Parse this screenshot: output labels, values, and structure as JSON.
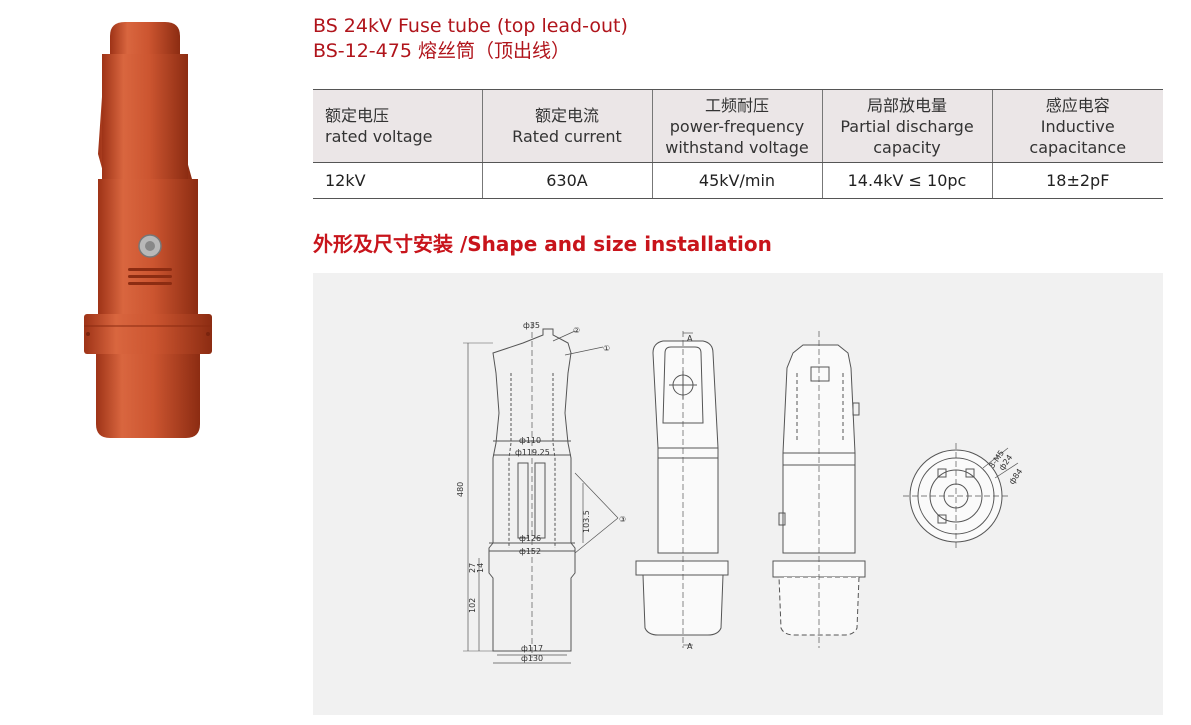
{
  "title": {
    "line1": "BS 24kV Fuse tube (top lead-out)",
    "line2": "BS-12-475 熔丝筒（顶出线）"
  },
  "spec_table": {
    "headers": [
      {
        "cn": "",
        "en1": "额定电压",
        "en2": "rated voltage"
      },
      {
        "cn": "",
        "en1": "额定电流",
        "en2": "Rated current"
      },
      {
        "cn": "工频耐压",
        "en1": "power-frequency",
        "en2": "withstand voltage"
      },
      {
        "cn": "局部放电量",
        "en1": "Partial discharge",
        "en2": "capacity"
      },
      {
        "cn": "感应电容",
        "en1": "Inductive",
        "en2": "capacitance"
      }
    ],
    "rows": [
      [
        "12kV",
        "630A",
        "45kV/min",
        "14.4kV ≤ 10pc",
        "18±2pF"
      ]
    ]
  },
  "section_title": "外形及尺寸安装 /Shape and size installation",
  "drawing": {
    "labels": {
      "d35": "ф35",
      "n2": "②",
      "n1": "①",
      "d110": "ф110",
      "d11925": "ф119.25",
      "h480": "480",
      "h1035": "103.5",
      "n3": "③",
      "d126": "ф126",
      "d152": "ф152",
      "h27": "27",
      "h14": "14",
      "h102": "102",
      "d117": "ф117",
      "d130": "ф130",
      "secA_top": "A",
      "secA_bot": "A",
      "m5": "3-M5",
      "d24": "ф24",
      "d84": "ф84"
    }
  },
  "colors": {
    "title": "#b0141b",
    "section_title": "#c8141b",
    "product_body": "#c8502e",
    "table_header_bg": "#ebe6e7",
    "drawing_bg": "#f1f1f1"
  }
}
